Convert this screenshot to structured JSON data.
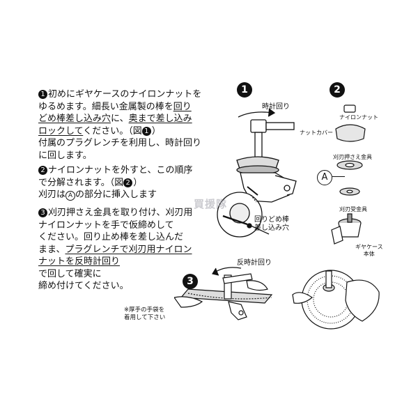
{
  "steps": {
    "step1": {
      "marker": "1",
      "text_a": "初めにギヤケースのナイロンナットを\nゆるめます。細長い金属製の棒を",
      "u1": "回り\nどめ棒差し込み穴",
      "text_b": "に、",
      "u2": "奥まで差し込み\nロックして",
      "text_c": "ください。（図",
      "ref": "1",
      "text_d": "）\n付属のプラグレンチを利用し、時計回り\nに回します。"
    },
    "step2": {
      "marker": "2",
      "text_a": "ナイロンナットを外すと、この順序\nで分解されます。（図",
      "ref": "2",
      "text_b": "）\n刈刃は",
      "circle_a": "A",
      "text_c": "の部分に挿入します"
    },
    "step3": {
      "marker": "3",
      "text_a": "刈刃押さえ金具を取り付け、刈刃用\nナイロンナットを手で仮締めして\nください。回り止め棒を差し込んだ\nまま、",
      "u1": "プラグレンチで刈刃用ナイロン\nナットを反時計回り",
      "text_b": "\nで回して確実に\n締め付けてください。"
    }
  },
  "figure1": {
    "number": "1",
    "rotation_label": "時計回り",
    "stop_label": "回りどめ棒\n差し込み穴"
  },
  "figure2": {
    "number": "2",
    "nylon_nut": "ナイロンナット",
    "nut_cover": "ナットカバー",
    "blade_holder": "刈刃押さえ金具",
    "circle_a": "A",
    "blade_receiver": "刈刃受金具",
    "gear_case": "ギヤケース\n本体"
  },
  "figure3": {
    "number": "3",
    "rotation_label": "反時計回り",
    "glove_note": "※厚手の手袋を\n着用して下さい"
  },
  "watermark": "買援隊"
}
